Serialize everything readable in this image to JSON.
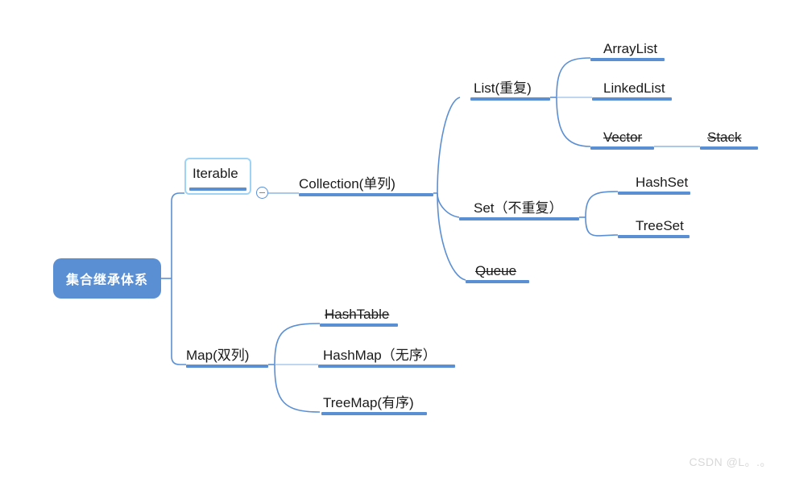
{
  "diagram": {
    "title": "集合继承体系",
    "type": "mindmap",
    "colors": {
      "accent": "#5B8FD4",
      "node_fill": "#5B8FD4",
      "node_text": "#ffffff",
      "selection_border": "#9FD3F5",
      "edge": "#5B8FD4",
      "text": "#1a1a1a",
      "watermark": "#D8D8D8",
      "background": "#ffffff"
    }
  },
  "root": {
    "label": "集合继承体系"
  },
  "nodes": {
    "iterable": {
      "label": "Iterable",
      "selected": true,
      "collapsed_toggle": "minus-icon"
    },
    "collection": {
      "label": "Collection(单列)",
      "strike": false
    },
    "map": {
      "label": "Map(双列)",
      "strike": false
    },
    "list": {
      "label": "List(重复)",
      "strike": false
    },
    "set": {
      "label": "Set（不重复）",
      "strike": false
    },
    "queue": {
      "label": "Queue",
      "strike": true
    },
    "arraylist": {
      "label": "ArrayList",
      "strike": false
    },
    "linkedlist": {
      "label": "LinkedList",
      "strike": false
    },
    "vector": {
      "label": "Vector",
      "strike": true
    },
    "stack": {
      "label": "Stack",
      "strike": true
    },
    "hashset": {
      "label": "HashSet",
      "strike": false
    },
    "treeset": {
      "label": "TreeSet",
      "strike": false
    },
    "hashtable": {
      "label": "HashTable",
      "strike": true
    },
    "hashmap": {
      "label": "HashMap（无序）",
      "strike": false
    },
    "treemap": {
      "label": "TreeMap(有序)",
      "strike": false
    }
  },
  "watermark": {
    "text": "CSDN @L。.。"
  }
}
